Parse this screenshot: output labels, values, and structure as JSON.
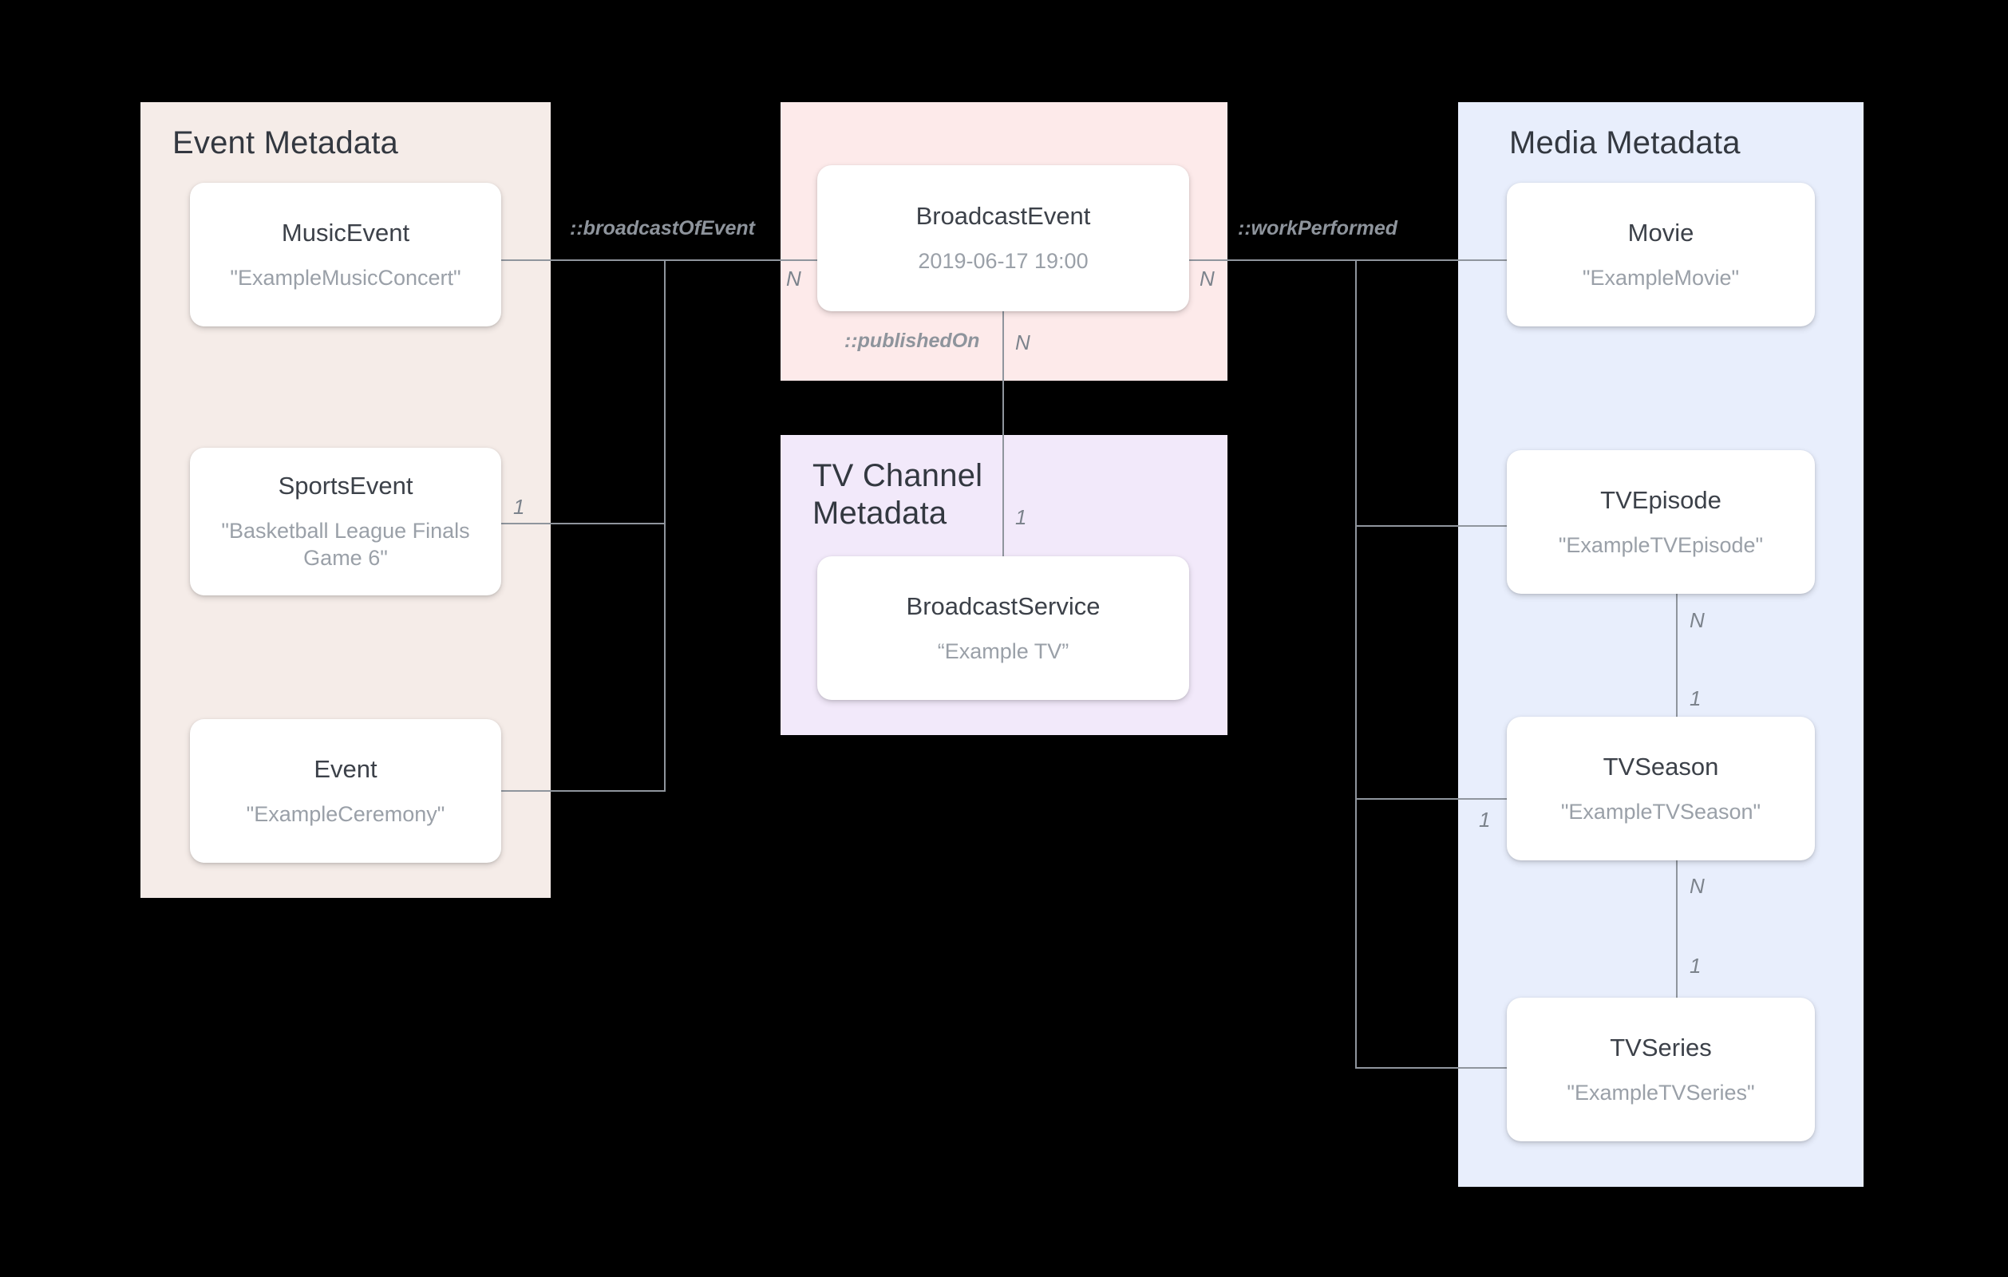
{
  "diagram": {
    "title": "Broadcast metadata entity relationship diagram",
    "background": "#000000",
    "groups": [
      {
        "id": "event",
        "label": "Event Metadata",
        "color": "#f5ece8"
      },
      {
        "id": "bcast",
        "label": "",
        "color": "#fdeaea"
      },
      {
        "id": "tvchan",
        "label": "TV Channel\nMetadata",
        "color": "#f2e9fa"
      },
      {
        "id": "media",
        "label": "Media Metadata",
        "color": "#e8eefc"
      }
    ],
    "entities": {
      "musicevent": {
        "type": "MusicEvent",
        "value": "\"ExampleMusicConcert\""
      },
      "sportsevent": {
        "type": "SportsEvent",
        "value": "\"Basketball League Finals Game 6\""
      },
      "event": {
        "type": "Event",
        "value": "\"ExampleCeremony\""
      },
      "broadcastevent": {
        "type": "BroadcastEvent",
        "value": "2019-06-17 19:00"
      },
      "broadcastsvc": {
        "type": "BroadcastService",
        "value": "“Example TV”"
      },
      "movie": {
        "type": "Movie",
        "value": "\"ExampleMovie\""
      },
      "tvepisode": {
        "type": "TVEpisode",
        "value": "\"ExampleTVEpisode\""
      },
      "tvseason": {
        "type": "TVSeason",
        "value": "\"ExampleTVSeason\""
      },
      "tvseries": {
        "type": "TVSeries",
        "value": "\"ExampleTVSeries\""
      }
    },
    "relations": {
      "broadcast_of_event": "::broadcastOfEvent",
      "published_on": "::publishedOn",
      "work_performed": "::workPerformed"
    },
    "cardinalities": {
      "bcast_left_n": "N",
      "bcast_right_n": "N",
      "published_on_n": "N",
      "broadcastsvc_one": "1",
      "sportsevent_one": "1",
      "tvepisode_season_n": "N",
      "tvseason_episode_one": "1",
      "tvseason_left_one": "1",
      "tvseason_series_n": "N",
      "tvseries_season_one": "1"
    }
  }
}
